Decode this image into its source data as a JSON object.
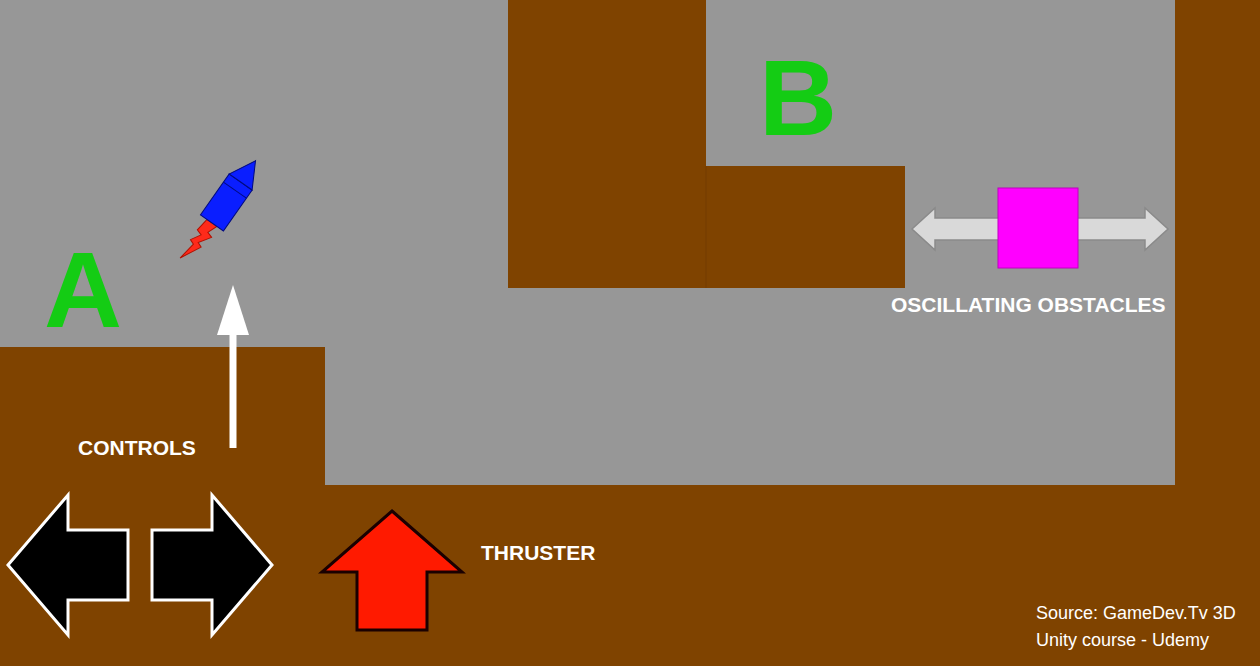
{
  "diagram": {
    "labels": [
      "A",
      "B",
      "CONTROLS",
      "THRUSTER",
      "OSCILLATING OBSTACLES",
      "Source: GameDev.Tv 3D Unity course - Udemy"
    ]
  }
}
